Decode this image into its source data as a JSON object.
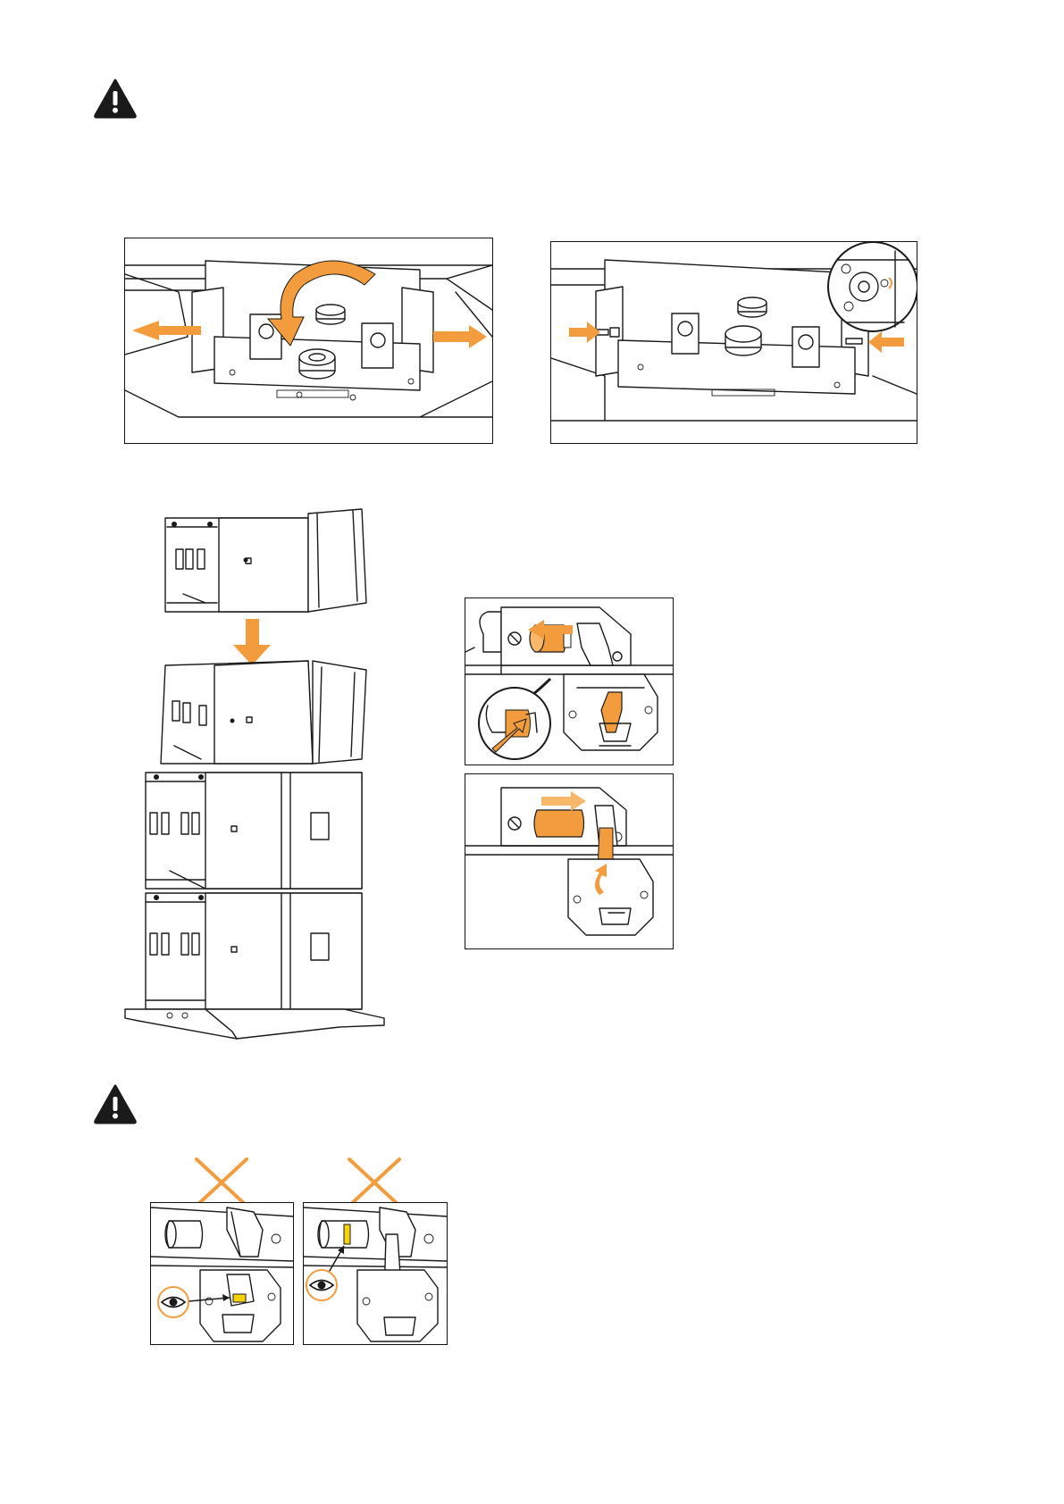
{
  "colors": {
    "accent": "#f39c3d",
    "accent_light": "#f7b86a",
    "highlight": "#f5d20a",
    "line": "#1a1a1a",
    "background": "#ffffff"
  },
  "icons": {
    "warning_top": "warning-triangle-icon",
    "warning_bottom": "warning-triangle-icon",
    "eye": "eye-icon",
    "cross": "cross-mark-icon",
    "arrow": "arrow-icon"
  },
  "figures": [
    {
      "id": "bracket-remove-pins",
      "caption": ""
    },
    {
      "id": "bracket-insert-pins",
      "caption": ""
    },
    {
      "id": "cabinet-stacking",
      "caption": ""
    },
    {
      "id": "latch-open",
      "caption": ""
    },
    {
      "id": "latch-close",
      "caption": ""
    },
    {
      "id": "latch-wrong-1",
      "caption": ""
    },
    {
      "id": "latch-wrong-2",
      "caption": ""
    }
  ]
}
